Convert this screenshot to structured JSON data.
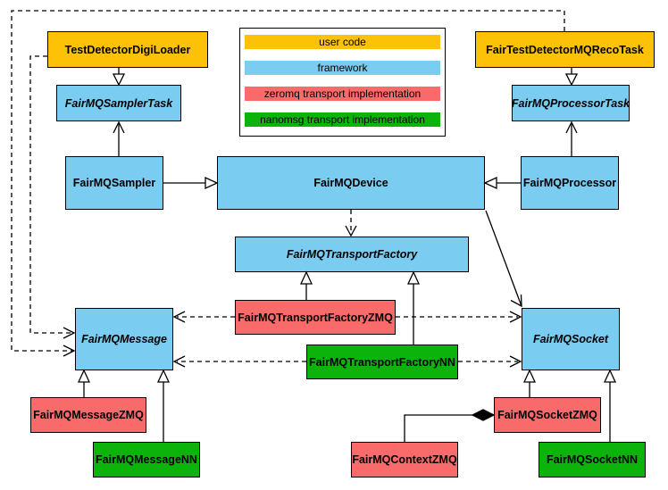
{
  "legend": {
    "items": [
      {
        "label": "user code",
        "color": "#fdc107"
      },
      {
        "label": "framework",
        "color": "#7accf0"
      },
      {
        "label": "zeromq transport implementation",
        "color": "#f96b6b"
      },
      {
        "label": "nanomsg transport implementation",
        "color": "#0bb30b"
      }
    ]
  },
  "nodes": {
    "TestDetectorDigiLoader": {
      "label": "TestDetectorDigiLoader",
      "category": "user code",
      "abstract": false
    },
    "FairTestDetectorMQRecoTask": {
      "label": "FairTestDetectorMQRecoTask",
      "category": "user code",
      "abstract": false
    },
    "FairMQSamplerTask": {
      "label": "FairMQSamplerTask",
      "category": "framework",
      "abstract": true
    },
    "FairMQProcessorTask": {
      "label": "FairMQProcessorTask",
      "category": "framework",
      "abstract": true
    },
    "FairMQSampler": {
      "label": "FairMQSampler",
      "category": "framework",
      "abstract": false
    },
    "FairMQDevice": {
      "label": "FairMQDevice",
      "category": "framework",
      "abstract": false
    },
    "FairMQProcessor": {
      "label": "FairMQProcessor",
      "category": "framework",
      "abstract": false
    },
    "FairMQTransportFactory": {
      "label": "FairMQTransportFactory",
      "category": "framework",
      "abstract": true
    },
    "FairMQMessage": {
      "label": "FairMQMessage",
      "category": "framework",
      "abstract": true
    },
    "FairMQSocket": {
      "label": "FairMQSocket",
      "category": "framework",
      "abstract": true
    },
    "FairMQTransportFactoryZMQ": {
      "label": "FairMQTransportFactoryZMQ",
      "category": "zeromq transport implementation",
      "abstract": false
    },
    "FairMQTransportFactoryNN": {
      "label": "FairMQTransportFactoryNN",
      "category": "nanomsg transport implementation",
      "abstract": false
    },
    "FairMQMessageZMQ": {
      "label": "FairMQMessageZMQ",
      "category": "zeromq transport implementation",
      "abstract": false
    },
    "FairMQMessageNN": {
      "label": "FairMQMessageNN",
      "category": "nanomsg transport implementation",
      "abstract": false
    },
    "FairMQSocketZMQ": {
      "label": "FairMQSocketZMQ",
      "category": "zeromq transport implementation",
      "abstract": false
    },
    "FairMQSocketNN": {
      "label": "FairMQSocketNN",
      "category": "nanomsg transport implementation",
      "abstract": false
    },
    "FairMQContextZMQ": {
      "label": "FairMQContextZMQ",
      "category": "zeromq transport implementation",
      "abstract": false
    }
  },
  "edges": [
    {
      "from": "TestDetectorDigiLoader",
      "to": "FairMQSamplerTask",
      "type": "generalization"
    },
    {
      "from": "FairTestDetectorMQRecoTask",
      "to": "FairMQProcessorTask",
      "type": "generalization"
    },
    {
      "from": "FairMQSampler",
      "to": "FairMQSamplerTask",
      "type": "association-arrow"
    },
    {
      "from": "FairMQProcessor",
      "to": "FairMQProcessorTask",
      "type": "association-arrow"
    },
    {
      "from": "FairMQSampler",
      "to": "FairMQDevice",
      "type": "generalization"
    },
    {
      "from": "FairMQProcessor",
      "to": "FairMQDevice",
      "type": "generalization"
    },
    {
      "from": "FairMQDevice",
      "to": "FairMQTransportFactory",
      "type": "dashed-dependency"
    },
    {
      "from": "FairMQDevice",
      "to": "FairMQSocket",
      "type": "association-arrow"
    },
    {
      "from": "FairMQTransportFactoryZMQ",
      "to": "FairMQTransportFactory",
      "type": "generalization"
    },
    {
      "from": "FairMQTransportFactoryNN",
      "to": "FairMQTransportFactory",
      "type": "generalization"
    },
    {
      "from": "FairMQTransportFactoryZMQ",
      "to": "FairMQMessage",
      "type": "dashed-dependency"
    },
    {
      "from": "FairMQTransportFactoryZMQ",
      "to": "FairMQSocket",
      "type": "dashed-dependency"
    },
    {
      "from": "FairMQTransportFactoryNN",
      "to": "FairMQMessage",
      "type": "dashed-dependency"
    },
    {
      "from": "FairMQTransportFactoryNN",
      "to": "FairMQSocket",
      "type": "dashed-dependency"
    },
    {
      "from": "TestDetectorDigiLoader",
      "to": "FairMQMessage",
      "type": "dashed-dependency"
    },
    {
      "from": "FairTestDetectorMQRecoTask",
      "to": "FairMQMessage",
      "type": "dashed-dependency"
    },
    {
      "from": "FairMQMessageZMQ",
      "to": "FairMQMessage",
      "type": "generalization"
    },
    {
      "from": "FairMQMessageNN",
      "to": "FairMQMessage",
      "type": "generalization"
    },
    {
      "from": "FairMQSocketZMQ",
      "to": "FairMQSocket",
      "type": "generalization"
    },
    {
      "from": "FairMQSocketNN",
      "to": "FairMQSocket",
      "type": "generalization"
    },
    {
      "from": "FairMQContextZMQ",
      "to": "FairMQSocketZMQ",
      "type": "composition"
    }
  ],
  "colors": {
    "user_code": "#fdc107",
    "framework": "#7accf0",
    "zeromq": "#f96b6b",
    "nanomsg": "#0bb30b",
    "line": "#000000",
    "background": "#ffffff"
  }
}
